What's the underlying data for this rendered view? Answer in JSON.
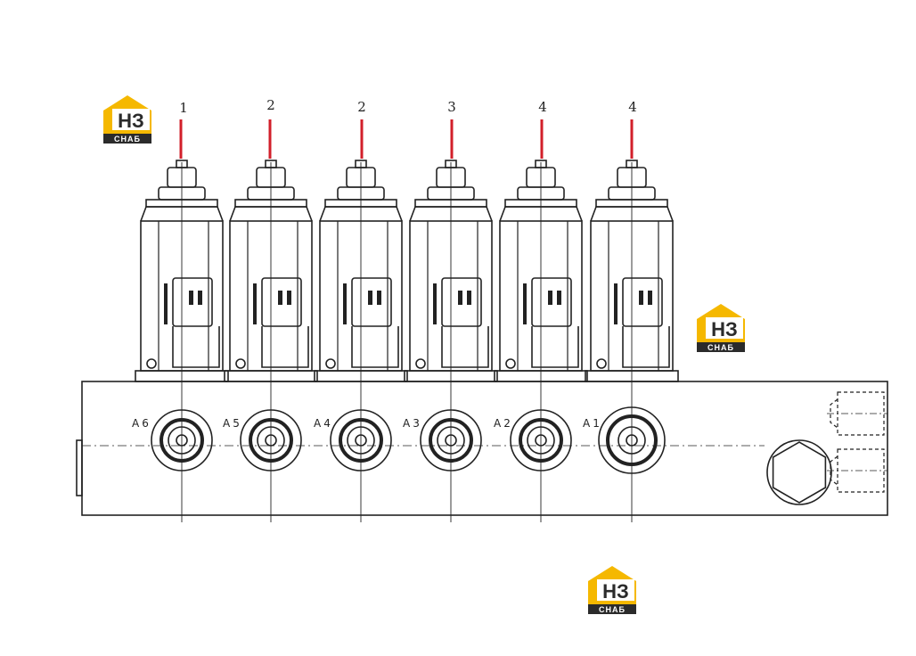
{
  "callouts": [
    "1",
    "2",
    "2",
    "3",
    "4",
    "4"
  ],
  "ports": [
    "A6",
    "A5",
    "A4",
    "A3",
    "A2",
    "A1"
  ],
  "logo": {
    "top_text": "НЗ",
    "bottom_text": "СНАБ"
  },
  "colors": {
    "leader": "#d21f2a",
    "logo_yellow": "#f5b800",
    "logo_dark": "#2b2b2b",
    "line": "#222222"
  }
}
